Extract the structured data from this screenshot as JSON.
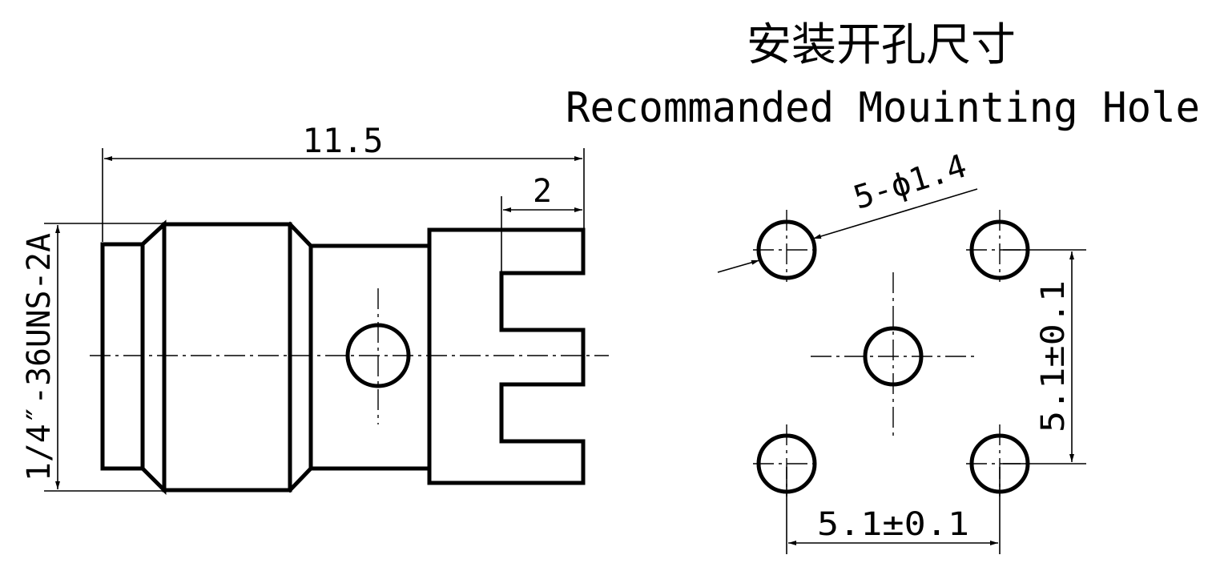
{
  "title_cn": "安装开孔尺寸",
  "title_en": "Recommanded Mouinting Hole",
  "dims": {
    "overall_length": "11.5",
    "pin_length": "2",
    "thread_spec": "1/4″-36UNS-2A",
    "hole_callout": "5-ϕ1.4",
    "vertical_spacing": "5.1±0.1",
    "horizontal_spacing": "5.1±0.1"
  },
  "colors": {
    "ink": "#000000",
    "background": "#ffffff"
  }
}
